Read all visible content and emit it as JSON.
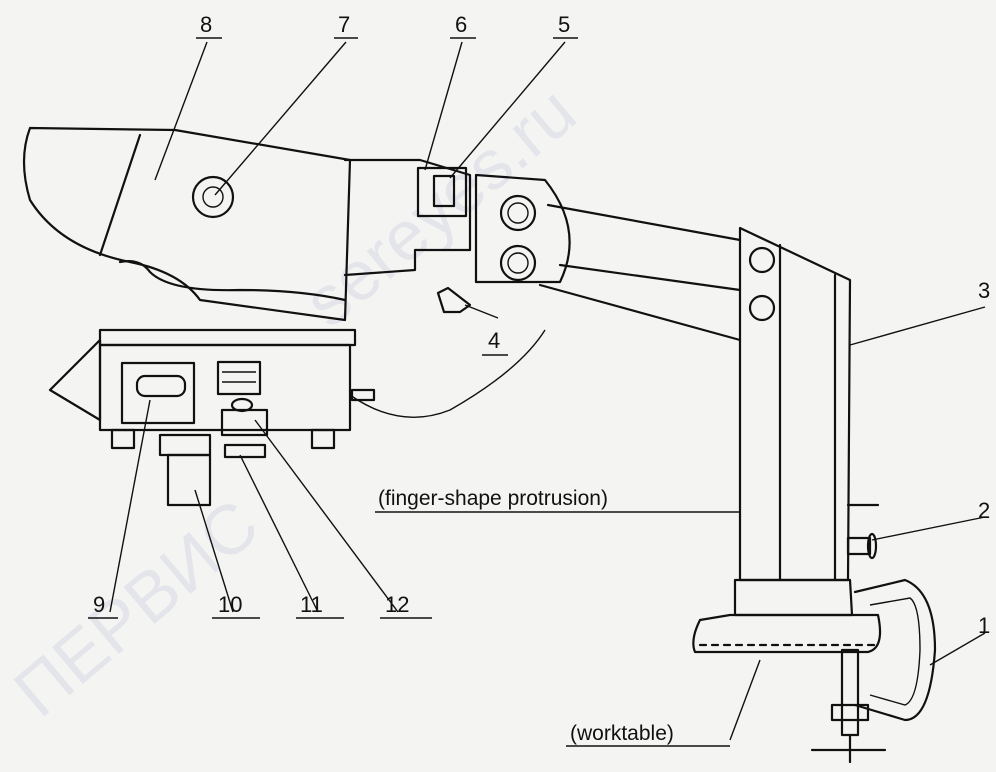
{
  "labels": {
    "l1": "1",
    "l2": "2",
    "l3": "3",
    "l4": "4",
    "l5": "5",
    "l6": "6",
    "l7": "7",
    "l8": "8",
    "l9": "9",
    "l10": "10",
    "l11": "11",
    "l12": "12"
  },
  "callouts": {
    "finger": "(finger-shape protrusion)",
    "worktable": "(worktable)"
  },
  "watermark": {
    "latin": "sereyes.ru",
    "cyrillic": "ПЕРВИС"
  }
}
